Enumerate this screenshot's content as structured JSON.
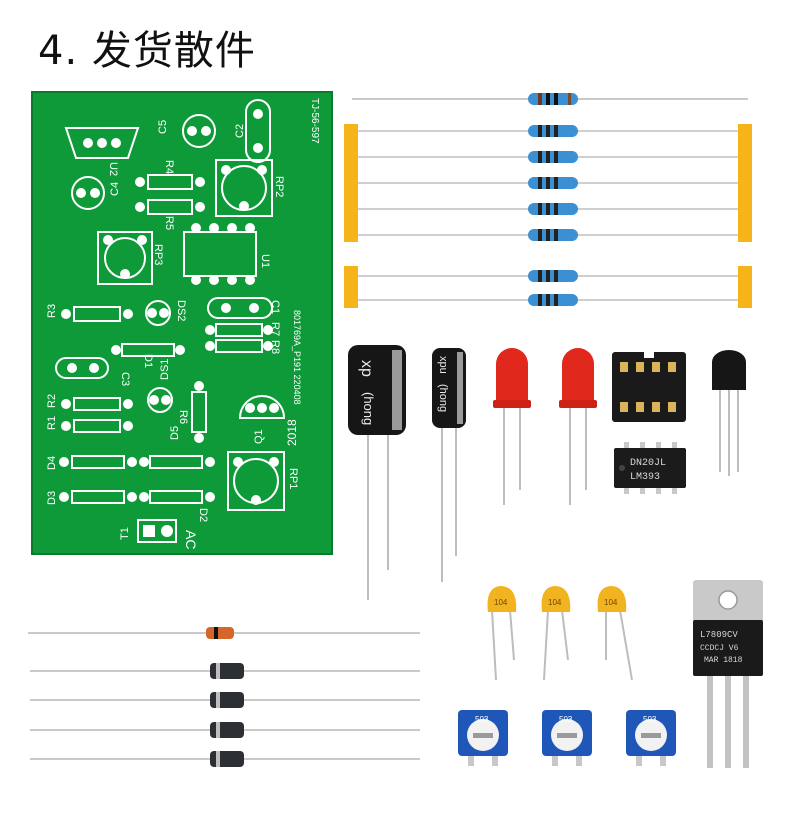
{
  "heading": {
    "number": "4.",
    "text": "发货散件"
  },
  "pcb": {
    "board_id": "TJ-56-597",
    "label_c5": "C5",
    "label_c2": "C2",
    "label_u2": "U2",
    "label_c4": "C4",
    "label_r4": "R4",
    "label_r5": "R5",
    "label_rp2": "RP2",
    "label_rp3": "RP3",
    "label_u1": "U1",
    "label_r3": "R3",
    "label_ds2": "DS2",
    "label_c1": "C1",
    "label_r7": "R7",
    "label_r8": "R8",
    "label_d1": "D1",
    "label_c3": "C3",
    "label_ds1": "DS1",
    "label_r6": "R6",
    "label_r2": "R2",
    "label_r1": "R1",
    "label_q1": "Q1",
    "label_d4": "D4",
    "label_d5": "D5",
    "label_d3": "D3",
    "label_d2": "D2",
    "label_rp1": "RP1",
    "label_t1": "T1",
    "label_ac": "AC",
    "label_year": "2018",
    "label_serial": "801769A_P191 220408"
  },
  "capacitors": {
    "big_brand": "(hong",
    "big_mark": "xp",
    "small_brand": "(hong",
    "small_mark": "xpu"
  },
  "ic": {
    "line1": "DN20JL",
    "line2": "LM393"
  },
  "ceramic_caps": [
    "104",
    "104",
    "104"
  ],
  "trimpots": [
    "503",
    "503",
    "503"
  ],
  "regulator": {
    "line1": "L7809CV",
    "line2": "CCDCJ V6",
    "line3": "MAR 1818"
  },
  "colors": {
    "pcb": "#0f9a3a",
    "tape": "#f4b41a",
    "led": "#e0291c",
    "pot": "#1f57b8",
    "ceramic": "#f2b320"
  }
}
